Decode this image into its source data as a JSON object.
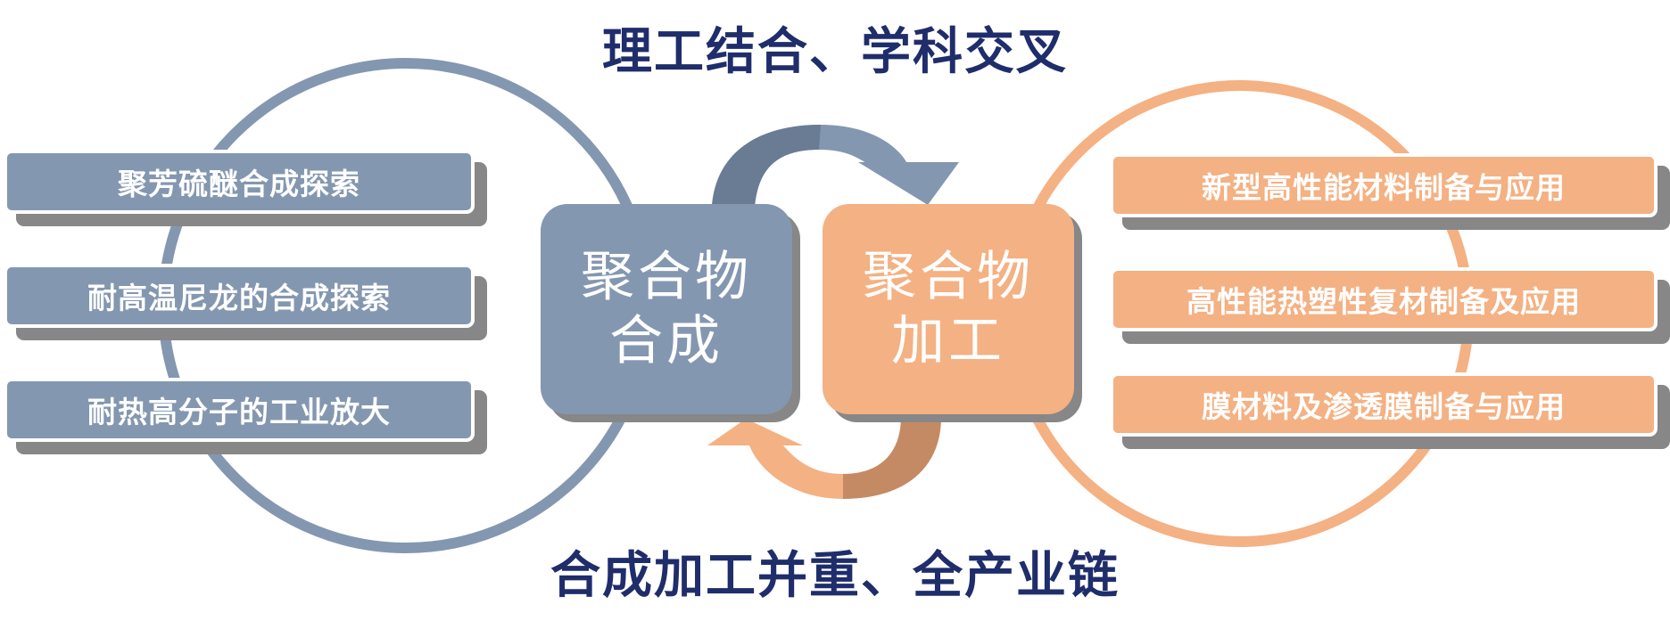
{
  "titles": {
    "top": "理工结合、学科交叉",
    "bottom": "合成加工并重、全产业链"
  },
  "synthesis": {
    "core_label": "聚合物\n合成",
    "items": [
      {
        "label": "聚芳硫醚合成探索"
      },
      {
        "label": "耐高温尼龙的合成探索"
      },
      {
        "label": "耐热高分子的工业放大"
      }
    ]
  },
  "processing": {
    "core_label": "聚合物\n加工",
    "items": [
      {
        "label": "新型高性能材料制备与应用"
      },
      {
        "label": "高性能热塑性复材制备及应用"
      },
      {
        "label": "膜材料及渗透膜制备与应用"
      }
    ]
  },
  "colors": {
    "title": "#1f2d6b",
    "synthesis": "#8497b0",
    "synthesis_dark": "#6a7c93",
    "processing": "#f4b183",
    "processing_dark": "#c48a64",
    "shadow": "#878787"
  },
  "icons": {
    "top_arrow": "curved-arrow-right-icon",
    "bottom_arrow": "curved-arrow-left-icon"
  }
}
